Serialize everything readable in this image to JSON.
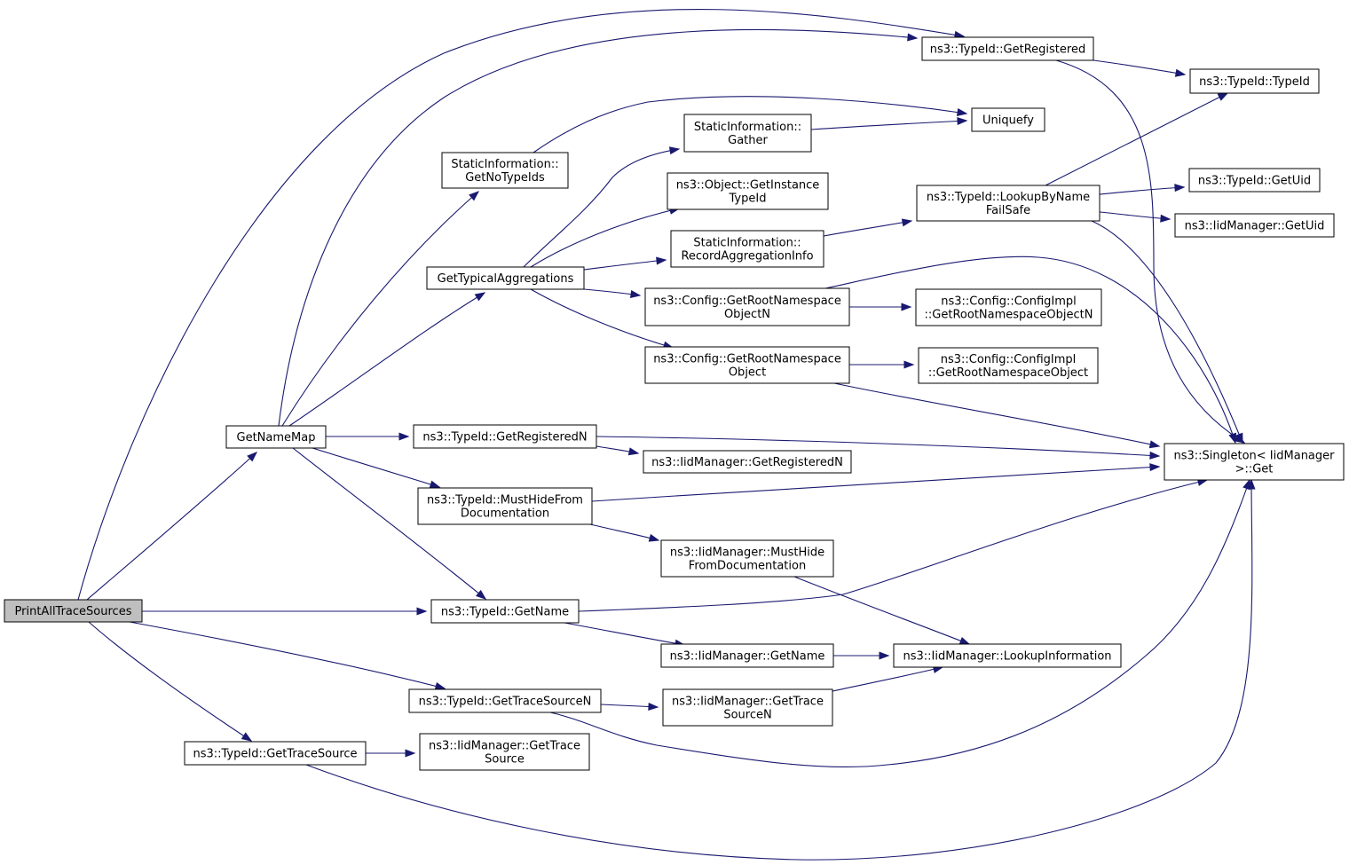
{
  "nodes": [
    {
      "id": "PrintAllTraceSources",
      "lines": [
        "PrintAllTraceSources"
      ],
      "root": true
    },
    {
      "id": "GetNameMap",
      "lines": [
        "GetNameMap"
      ]
    },
    {
      "id": "TypeIdGetRegistered",
      "lines": [
        "ns3::TypeId::GetRegistered"
      ]
    },
    {
      "id": "TypeIdTypeId",
      "lines": [
        "ns3::TypeId::TypeId"
      ]
    },
    {
      "id": "Uniquefy",
      "lines": [
        "Uniquefy"
      ]
    },
    {
      "id": "StaticInfoGather",
      "lines": [
        "StaticInformation::",
        "Gather"
      ]
    },
    {
      "id": "StaticInfoGetNoTypeIds",
      "lines": [
        "StaticInformation::",
        "GetNoTypeIds"
      ]
    },
    {
      "id": "ObjectGetInstanceTypeId",
      "lines": [
        "ns3::Object::GetInstance",
        "TypeId"
      ]
    },
    {
      "id": "StaticInfoRecordAggregationInfo",
      "lines": [
        "StaticInformation::",
        "RecordAggregationInfo"
      ]
    },
    {
      "id": "GetTypicalAggregations",
      "lines": [
        "GetTypicalAggregations"
      ]
    },
    {
      "id": "ConfigGetRootNamespaceObjectN",
      "lines": [
        "ns3::Config::GetRootNamespace",
        "ObjectN"
      ]
    },
    {
      "id": "ConfigGetRootNamespaceObject",
      "lines": [
        "ns3::Config::GetRootNamespace",
        "Object"
      ]
    },
    {
      "id": "TypeIdLookupByNameFailSafe",
      "lines": [
        "ns3::TypeId::LookupByName",
        "FailSafe"
      ]
    },
    {
      "id": "TypeIdGetUid",
      "lines": [
        "ns3::TypeId::GetUid"
      ]
    },
    {
      "id": "IidManagerGetUid",
      "lines": [
        "ns3::IidManager::GetUid"
      ]
    },
    {
      "id": "ConfigImplGetRootNamespaceObjectN",
      "lines": [
        "ns3::Config::ConfigImpl",
        "::GetRootNamespaceObjectN"
      ]
    },
    {
      "id": "ConfigImplGetRootNamespaceObject",
      "lines": [
        "ns3::Config::ConfigImpl",
        "::GetRootNamespaceObject"
      ]
    },
    {
      "id": "SingletonGet",
      "lines": [
        "ns3::Singleton< IidManager",
        " >::Get"
      ]
    },
    {
      "id": "TypeIdGetRegisteredN",
      "lines": [
        "ns3::TypeId::GetRegisteredN"
      ]
    },
    {
      "id": "IidManagerGetRegisteredN",
      "lines": [
        "ns3::IidManager::GetRegisteredN"
      ]
    },
    {
      "id": "TypeIdMustHideFromDocumentation",
      "lines": [
        "ns3::TypeId::MustHideFrom",
        "Documentation"
      ]
    },
    {
      "id": "IidManagerMustHideFromDocumentation",
      "lines": [
        "ns3::IidManager::MustHide",
        "FromDocumentation"
      ]
    },
    {
      "id": "TypeIdGetName",
      "lines": [
        "ns3::TypeId::GetName"
      ]
    },
    {
      "id": "IidManagerGetName",
      "lines": [
        "ns3::IidManager::GetName"
      ]
    },
    {
      "id": "IidManagerLookupInformation",
      "lines": [
        "ns3::IidManager::LookupInformation"
      ]
    },
    {
      "id": "TypeIdGetTraceSourceN",
      "lines": [
        "ns3::TypeId::GetTraceSourceN"
      ]
    },
    {
      "id": "IidManagerGetTraceSourceN",
      "lines": [
        "ns3::IidManager::GetTrace",
        "SourceN"
      ]
    },
    {
      "id": "TypeIdGetTraceSource",
      "lines": [
        "ns3::TypeId::GetTraceSource"
      ]
    },
    {
      "id": "IidManagerGetTraceSource",
      "lines": [
        "ns3::IidManager::GetTrace",
        "Source"
      ]
    }
  ],
  "edges": [
    {
      "from": "PrintAllTraceSources",
      "to": "GetNameMap"
    },
    {
      "from": "PrintAllTraceSources",
      "to": "TypeIdGetRegistered"
    },
    {
      "from": "PrintAllTraceSources",
      "to": "TypeIdGetName"
    },
    {
      "from": "PrintAllTraceSources",
      "to": "TypeIdGetTraceSourceN"
    },
    {
      "from": "PrintAllTraceSources",
      "to": "TypeIdGetTraceSource"
    },
    {
      "from": "GetNameMap",
      "to": "TypeIdGetRegistered"
    },
    {
      "from": "GetNameMap",
      "to": "StaticInfoGetNoTypeIds"
    },
    {
      "from": "GetNameMap",
      "to": "GetTypicalAggregations"
    },
    {
      "from": "GetNameMap",
      "to": "TypeIdGetRegisteredN"
    },
    {
      "from": "GetNameMap",
      "to": "TypeIdMustHideFromDocumentation"
    },
    {
      "from": "GetNameMap",
      "to": "TypeIdGetName"
    },
    {
      "from": "TypeIdGetRegistered",
      "to": "TypeIdTypeId"
    },
    {
      "from": "TypeIdGetRegistered",
      "to": "SingletonGet"
    },
    {
      "from": "StaticInfoGetNoTypeIds",
      "to": "Uniquefy"
    },
    {
      "from": "StaticInfoGather",
      "to": "Uniquefy"
    },
    {
      "from": "GetTypicalAggregations",
      "to": "StaticInfoGather"
    },
    {
      "from": "GetTypicalAggregations",
      "to": "ObjectGetInstanceTypeId"
    },
    {
      "from": "GetTypicalAggregations",
      "to": "StaticInfoRecordAggregationInfo"
    },
    {
      "from": "GetTypicalAggregations",
      "to": "ConfigGetRootNamespaceObjectN"
    },
    {
      "from": "GetTypicalAggregations",
      "to": "ConfigGetRootNamespaceObject"
    },
    {
      "from": "StaticInfoRecordAggregationInfo",
      "to": "TypeIdLookupByNameFailSafe"
    },
    {
      "from": "TypeIdLookupByNameFailSafe",
      "to": "TypeIdTypeId"
    },
    {
      "from": "TypeIdLookupByNameFailSafe",
      "to": "TypeIdGetUid"
    },
    {
      "from": "TypeIdLookupByNameFailSafe",
      "to": "IidManagerGetUid"
    },
    {
      "from": "TypeIdLookupByNameFailSafe",
      "to": "SingletonGet"
    },
    {
      "from": "ConfigGetRootNamespaceObjectN",
      "to": "ConfigImplGetRootNamespaceObjectN"
    },
    {
      "from": "ConfigGetRootNamespaceObjectN",
      "to": "SingletonGet"
    },
    {
      "from": "ConfigGetRootNamespaceObject",
      "to": "ConfigImplGetRootNamespaceObject"
    },
    {
      "from": "ConfigGetRootNamespaceObject",
      "to": "SingletonGet"
    },
    {
      "from": "TypeIdGetRegisteredN",
      "to": "SingletonGet"
    },
    {
      "from": "TypeIdGetRegisteredN",
      "to": "IidManagerGetRegisteredN"
    },
    {
      "from": "TypeIdMustHideFromDocumentation",
      "to": "SingletonGet"
    },
    {
      "from": "TypeIdMustHideFromDocumentation",
      "to": "IidManagerMustHideFromDocumentation"
    },
    {
      "from": "IidManagerMustHideFromDocumentation",
      "to": "IidManagerLookupInformation"
    },
    {
      "from": "TypeIdGetName",
      "to": "SingletonGet"
    },
    {
      "from": "TypeIdGetName",
      "to": "IidManagerGetName"
    },
    {
      "from": "IidManagerGetName",
      "to": "IidManagerLookupInformation"
    },
    {
      "from": "TypeIdGetTraceSourceN",
      "to": "IidManagerGetTraceSourceN"
    },
    {
      "from": "TypeIdGetTraceSourceN",
      "to": "SingletonGet"
    },
    {
      "from": "IidManagerGetTraceSourceN",
      "to": "IidManagerLookupInformation"
    },
    {
      "from": "TypeIdGetTraceSource",
      "to": "IidManagerGetTraceSource"
    },
    {
      "from": "TypeIdGetTraceSource",
      "to": "SingletonGet"
    }
  ]
}
